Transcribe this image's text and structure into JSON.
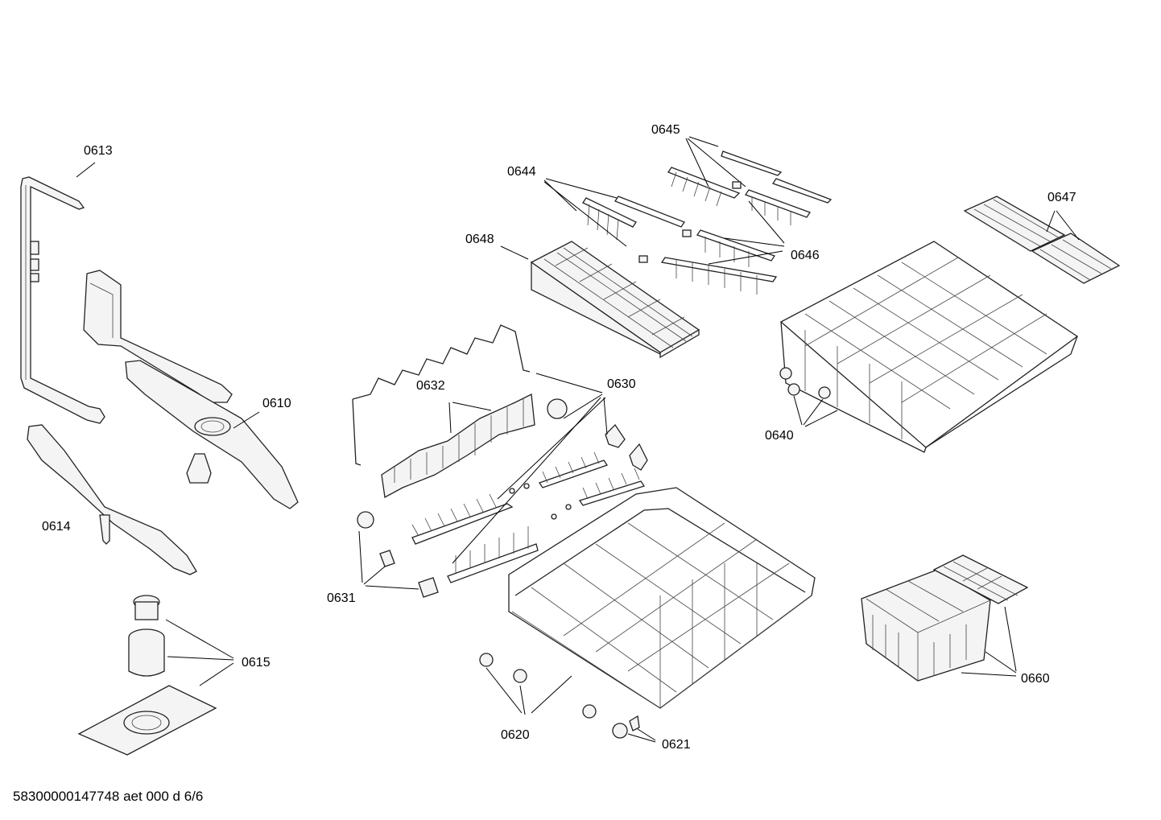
{
  "parts": {
    "p0613": "0613",
    "p0610": "0610",
    "p0614": "0614",
    "p0615": "0615",
    "p0632": "0632",
    "p0630": "0630",
    "p0631": "0631",
    "p0620": "0620",
    "p0621": "0621",
    "p0645": "0645",
    "p0644": "0644",
    "p0648": "0648",
    "p0646": "0646",
    "p0647": "0647",
    "p0640": "0640",
    "p0660": "0660"
  },
  "footer": "58300000147748 aet 000 d 6/6"
}
